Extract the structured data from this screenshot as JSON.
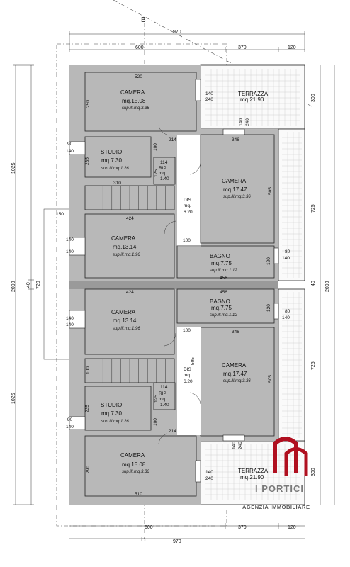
{
  "section": {
    "top": "B",
    "bottom": "B"
  },
  "dimensions": {
    "total_width": "970",
    "left_width": "600",
    "terrace_width": "370",
    "terrace_ext": "120",
    "height_total": "2090",
    "height_half": "1025",
    "height_mid": "40",
    "height_720": "720",
    "right_725_top": "725",
    "right_725_bottom": "725",
    "right_300_top": "300",
    "right_300_bottom": "300",
    "stair_150": "150",
    "stair_310": "310"
  },
  "rooms_top": [
    {
      "name": "CAMERA",
      "area": "mq.15.08",
      "sub": "sup.ill.mq.3.36"
    },
    {
      "name": "TERRAZZA",
      "area": "mq.21.90"
    },
    {
      "name": "STUDIO",
      "area": "mq.7.30",
      "sub": "sup.ill.mq.1.26"
    },
    {
      "name": "RIP",
      "area": "mq.",
      "area2": "1.40"
    },
    {
      "name": "CAMERA",
      "area": "mq.17.47",
      "sub": "sup.ill.mq.3.36"
    },
    {
      "name": "DIS",
      "area": "mq.",
      "area2": "6.20"
    },
    {
      "name": "CAMERA",
      "area": "mq.13.14",
      "sub": "sup.ill.mq.1.96"
    },
    {
      "name": "BAGNO",
      "area": "mq.7.75",
      "sub": "sup.ill.mq.1.12"
    }
  ],
  "rooms_bottom": [
    {
      "name": "CAMERA",
      "area": "mq.13.14",
      "sub": "sup.ill.mq.1.96"
    },
    {
      "name": "BAGNO",
      "area": "mq.7.75",
      "sub": "sup.ill.mq.1.12"
    },
    {
      "name": "CAMERA",
      "area": "mq.17.47",
      "sub": "sup.ill.mq.3.36"
    },
    {
      "name": "DIS",
      "area": "mq.",
      "area2": "6.20"
    },
    {
      "name": "STUDIO",
      "area": "mq.7.30",
      "sub": "sup.ill.mq.1.26"
    },
    {
      "name": "RIP",
      "area": "mq.",
      "area2": "1.40"
    },
    {
      "name": "CAMERA",
      "area": "mq.15.08",
      "sub": "sup.ill.mq.3.36"
    },
    {
      "name": "TERRAZZA",
      "area": "mq.21.90"
    }
  ],
  "labels": {
    "d520": "520",
    "d250": "250",
    "d140": "140",
    "d240": "240",
    "d90": "90",
    "d235": "235",
    "d100": "100",
    "d214": "214",
    "d114": "114",
    "d125": "125",
    "d346": "346",
    "d505": "505",
    "d424": "424",
    "d456": "456",
    "d120": "120",
    "d80": "80",
    "d510": "510",
    "d290": "290"
  },
  "brand": {
    "logo": "I PORTICI",
    "sub": "AGENZIA IMMOBILIARE",
    "color": "#b01020"
  }
}
